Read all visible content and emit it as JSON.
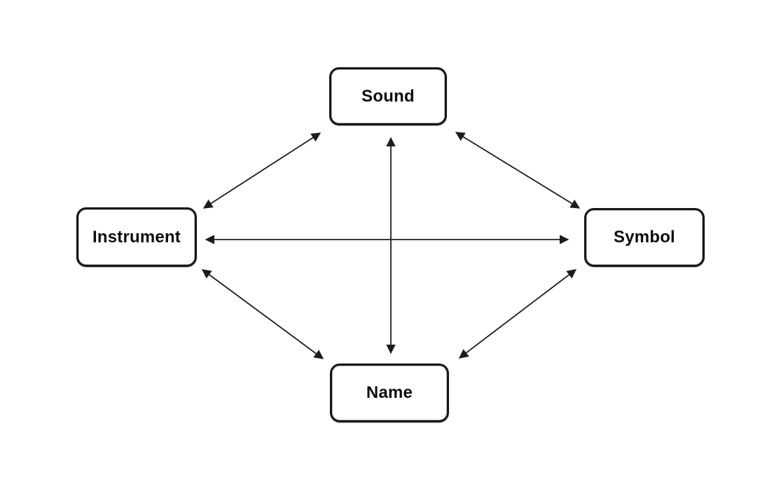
{
  "diagram": {
    "nodes": [
      {
        "id": "sound",
        "label": "Sound"
      },
      {
        "id": "instrument",
        "label": "Instrument"
      },
      {
        "id": "symbol",
        "label": "Symbol"
      },
      {
        "id": "name",
        "label": "Name"
      }
    ],
    "edges": [
      {
        "from": "instrument",
        "to": "sound",
        "bidirectional": true
      },
      {
        "from": "sound",
        "to": "symbol",
        "bidirectional": true
      },
      {
        "from": "instrument",
        "to": "symbol",
        "bidirectional": true
      },
      {
        "from": "sound",
        "to": "name",
        "bidirectional": true
      },
      {
        "from": "instrument",
        "to": "name",
        "bidirectional": true
      },
      {
        "from": "symbol",
        "to": "name",
        "bidirectional": true
      }
    ],
    "colors": {
      "node_border": "#161616",
      "arrow": "#1c1c1c",
      "background": "#ffffff",
      "text": "#0d0d0d"
    }
  }
}
